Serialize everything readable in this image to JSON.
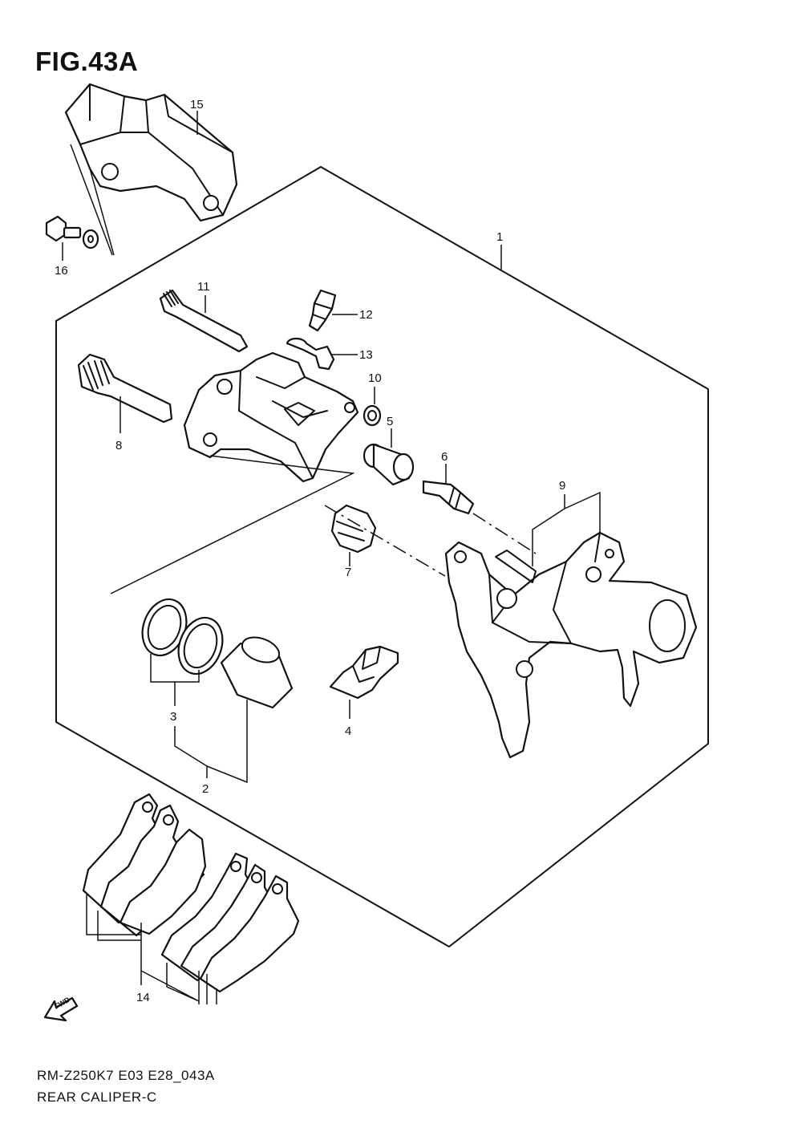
{
  "figure": {
    "title": "FIG.43A",
    "model_code": "RM-Z250K7 E03 E28_043A",
    "section_name": "REAR CALIPER-C"
  },
  "callouts": {
    "p1": "1",
    "p2": "2",
    "p3": "3",
    "p4": "4",
    "p5": "5",
    "p6": "6",
    "p7": "7",
    "p8": "8",
    "p9": "9",
    "p10": "10",
    "p11": "11",
    "p12": "12",
    "p13": "13",
    "p14": "14",
    "p15": "15",
    "p16": "16"
  },
  "direction_marker": {
    "label": "FWD",
    "icon": "fwd-arrow-icon"
  }
}
